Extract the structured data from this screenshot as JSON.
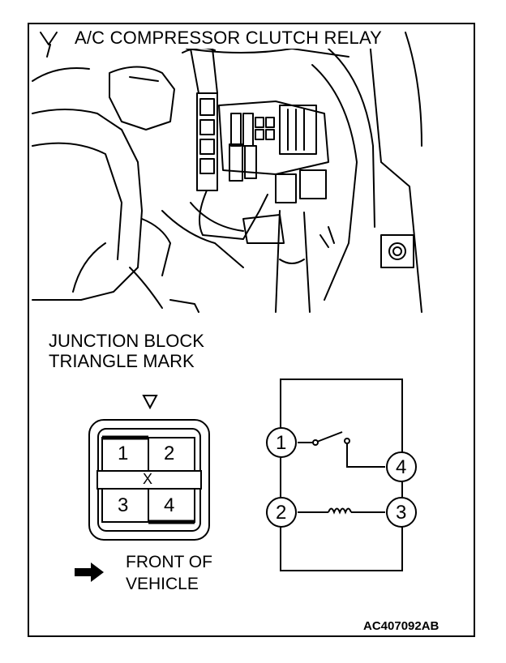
{
  "title": "A/C COMPRESSOR CLUTCH RELAY",
  "junction_label": [
    "JUNCTION BLOCK",
    "TRIANGLE MARK"
  ],
  "connector_pins": [
    "1",
    "2",
    "3",
    "4"
  ],
  "connector_center": "X",
  "schematic_pins": [
    "1",
    "4",
    "2",
    "3"
  ],
  "front_label": [
    "FRONT OF",
    "VEHICLE"
  ],
  "figure_code": "AC407092AB"
}
